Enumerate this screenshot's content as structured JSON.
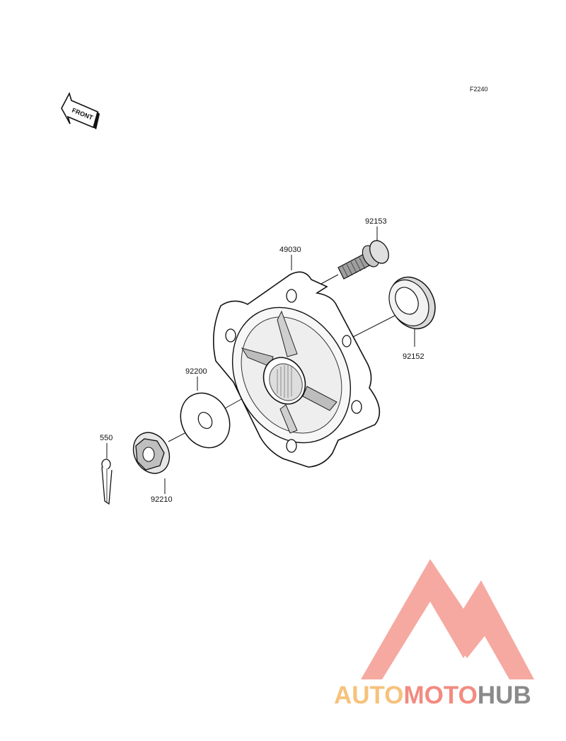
{
  "figure_code": "F2240",
  "front_arrow_text": "FRONT",
  "parts": {
    "hub": "49030",
    "stud": "92153",
    "seal": "92152",
    "washer": "92200",
    "nut": "92210",
    "pin": "550"
  },
  "watermark": {
    "word_auto": "AUTO",
    "word_moto": "MOTO",
    "word_hub": "HUB",
    "colors": {
      "auto": "#f6c27c",
      "moto": "#f28b80",
      "hub": "#8a8a8a",
      "logo": "#f4a097"
    }
  }
}
